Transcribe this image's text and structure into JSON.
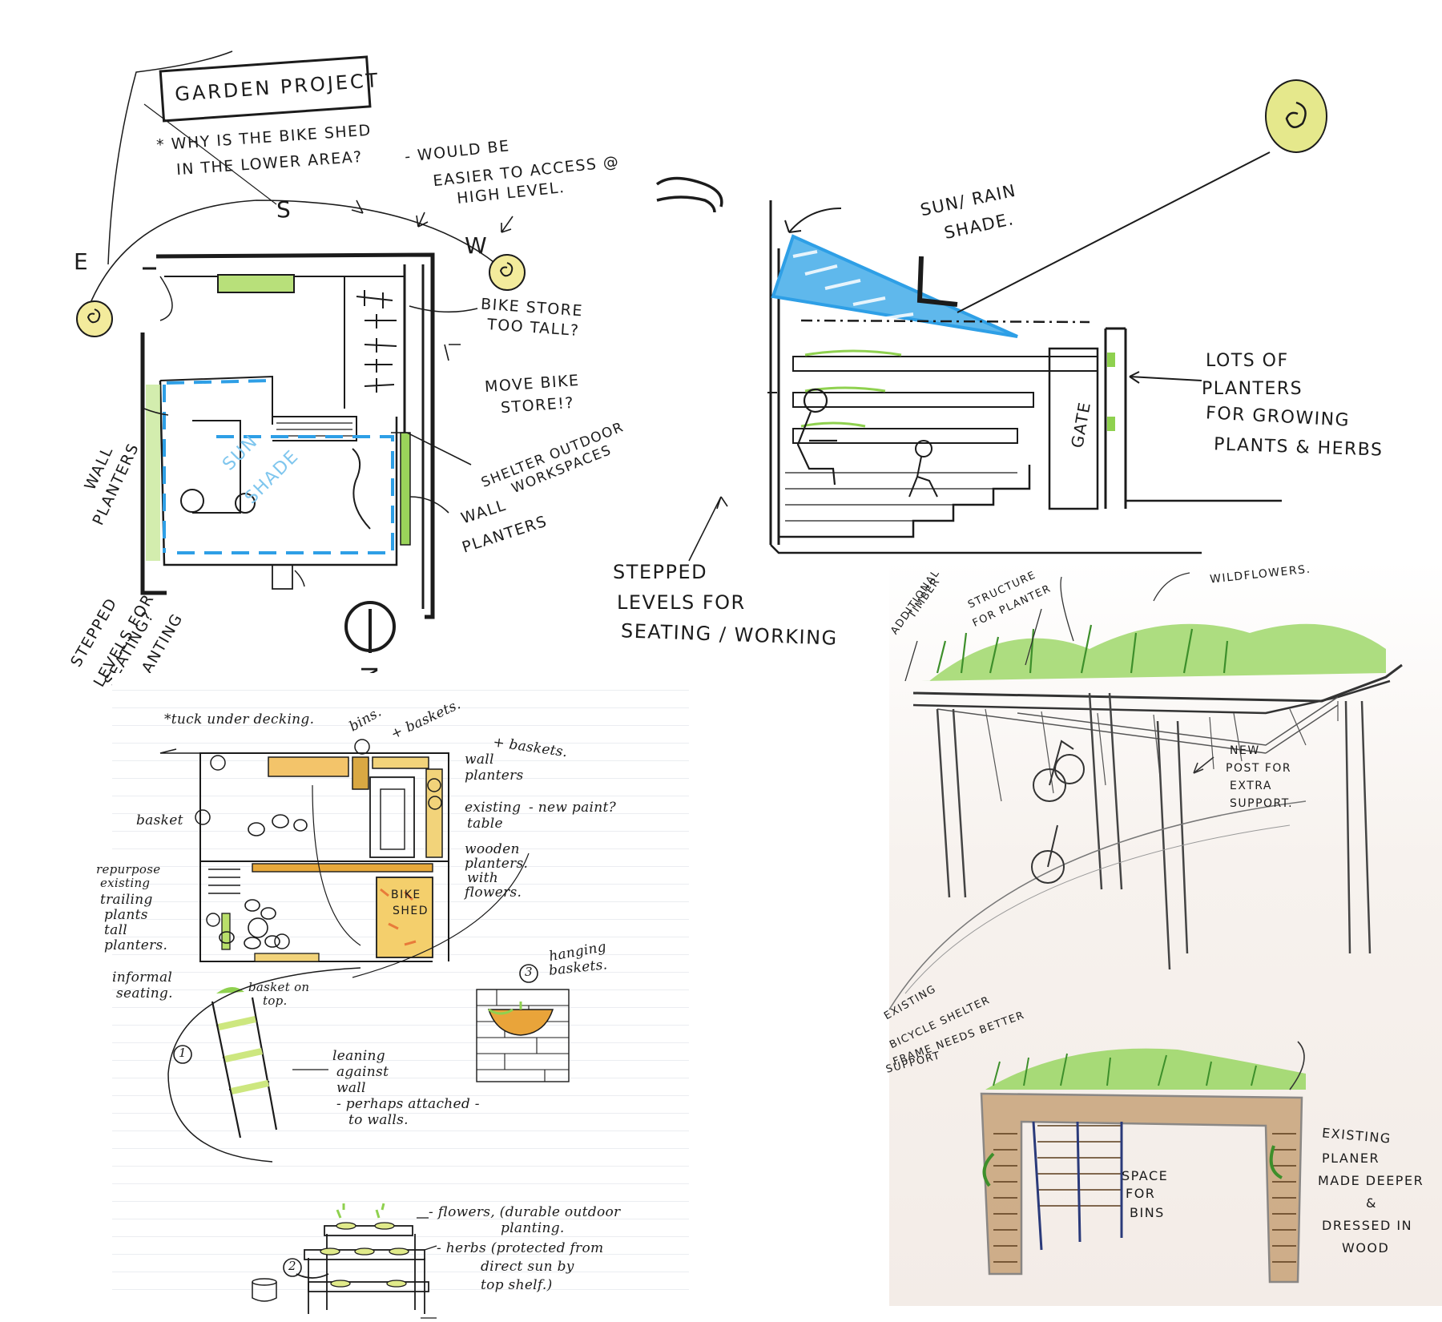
{
  "plan": {
    "title": "GARDEN PROJECT",
    "question_line1": "* WHY IS THE BIKE SHED",
    "question_line2": "IN THE LOWER AREA?",
    "question_answer_line1": "- WOULD BE",
    "question_answer_line2": "EASIER TO ACCESS @",
    "question_answer_line3": "HIGH LEVEL.",
    "compass_s": "S",
    "compass_e": "E",
    "compass_w": "W",
    "compass_n": "N",
    "bike_store_line1": "BIKE STORE",
    "bike_store_line2": "TOO TALL?",
    "move_line1": "MOVE BIKE",
    "move_line2": "STORE!?",
    "sun_shade_line1": "SUN",
    "sun_shade_line2": "SHADE",
    "shelter_line1": "SHELTER OUTDOOR",
    "shelter_line2": "WORKSPACES",
    "wall_planters_left_line1": "WALL",
    "wall_planters_left_line2": "PLANTERS",
    "wall_planters_right_line1": "WALL",
    "wall_planters_right_line2": "PLANTERS",
    "stepped_line1": "STEPPED",
    "stepped_line2": "LEVELS FOR",
    "stepped_line3": "SEATING?",
    "stepped_line4": "& PLANTING"
  },
  "section": {
    "sun_rain_line1": "SUN/ RAIN",
    "sun_rain_line2": "SHADE.",
    "gate": "GATE",
    "lots_line1": "LOTS OF",
    "lots_line2": "PLANTERS",
    "lots_line3": "FOR GROWING",
    "lots_line4": "PLANTS & HERBS",
    "stepped_line1": "STEPPED",
    "stepped_line2": "LEVELS FOR",
    "stepped_line3": "SEATING / WORKING"
  },
  "layout_sketch": {
    "tuck": "*tuck under decking.",
    "bins": "bins.",
    "baskets_top": "+ baskets.",
    "baskets_right": "+ baskets.",
    "wall_planters_line1": "wall",
    "wall_planters_line2": "planters",
    "existing_line1": "existing",
    "existing_line2": "table",
    "new_paint": "- new paint?",
    "wooden_line1": "wooden",
    "wooden_line2": "planters.",
    "wooden_line3": "with",
    "wooden_line4": "flowers.",
    "basket_left": "basket",
    "repurpose_line1": "repurpose",
    "repurpose_line2": "existing",
    "trailing_line1": "trailing",
    "trailing_line2": "plants",
    "trailing_line3": "tall",
    "trailing_line4": "planters.",
    "informal_line1": "informal",
    "informal_line2": "seating.",
    "basket_on_top_line1": "basket on",
    "basket_on_top_line2": "top.",
    "bike_shed_line1": "BIKE",
    "bike_shed_line2": "SHED",
    "num1": "1",
    "num2": "2",
    "num3": "3",
    "hanging_line1": "hanging",
    "hanging_line2": "baskets.",
    "leaning_line1": "leaning",
    "leaning_line2": "against",
    "leaning_line3": "wall",
    "leaning_line4": "- perhaps attached -",
    "leaning_line5": "to walls.",
    "flowers_line1": "- flowers, (durable outdoor",
    "flowers_line2": "planting.",
    "herbs_line1": "- herbs (protected from",
    "herbs_line2": "direct sun by",
    "herbs_line3": "top shelf.)"
  },
  "perspective": {
    "additional_line1": "ADDITIONAL",
    "additional_line2": "TIMBER",
    "structure_line1": "STRUCTURE",
    "structure_line2": "FOR PLANTER",
    "wildflowers": "WILDFLOWERS.",
    "new_post_line1": "NEW",
    "new_post_line2": "POST FOR",
    "new_post_line3": "EXTRA",
    "new_post_line4": "SUPPORT.",
    "existing_line1": "EXISTING",
    "existing_line2": "BICYCLE SHELTER",
    "existing_line3": "FRAME NEEDS BETTER",
    "existing_line4": "SUPPORT",
    "space_line1": "SPACE",
    "space_line2": "FOR",
    "space_line3": "BINS",
    "planer_line1": "EXISTING",
    "planer_line2": "PLANER",
    "planer_line3": "MADE DEEPER",
    "planer_line4": "&",
    "planer_line5": "DRESSED IN",
    "planer_line6": "WOOD"
  },
  "colors": {
    "ink": "#1b1b1b",
    "shade_blue": "#2e9fe6",
    "planter_green": "#8fd14f",
    "sun_yellow": "#f3eb9c",
    "wood_brown": "#b07a3c",
    "orange": "#e8a93b"
  }
}
